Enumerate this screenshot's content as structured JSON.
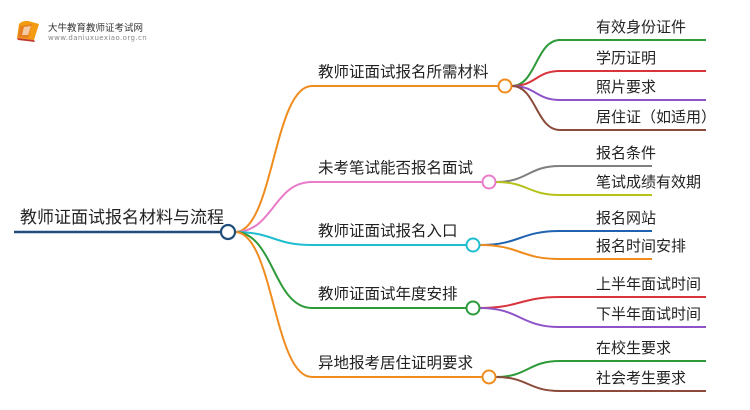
{
  "logo": {
    "title": "大牛教育教师证考试网",
    "url": "www.daniuxuexiao.org.cn"
  },
  "root": {
    "label": "教师证面试报名材料与流程",
    "color": "#1f4e79"
  },
  "branches": [
    {
      "label": "教师证面试报名所需材料",
      "color": "#f08c1e",
      "leaves": [
        {
          "label": "有效身份证件",
          "color": "#2e9a3a"
        },
        {
          "label": "学历证明",
          "color": "#d9343c"
        },
        {
          "label": "照片要求",
          "color": "#8e54c7"
        },
        {
          "label": "居住证（如适用）",
          "color": "#8b4a3a"
        }
      ]
    },
    {
      "label": "未考笔试能否报名面试",
      "color": "#e97bc8",
      "leaves": [
        {
          "label": "报名条件",
          "color": "#7f7f7f"
        },
        {
          "label": "笔试成绩有效期",
          "color": "#b5c21a"
        }
      ]
    },
    {
      "label": "教师证面试报名入口",
      "color": "#1fbecf",
      "leaves": [
        {
          "label": "报名网站",
          "color": "#1f63b0"
        },
        {
          "label": "报名时间安排",
          "color": "#f08c1e"
        }
      ]
    },
    {
      "label": "教师证面试年度安排",
      "color": "#2e9a3a",
      "leaves": [
        {
          "label": "上半年面试时间",
          "color": "#d9343c"
        },
        {
          "label": "下半年面试时间",
          "color": "#8e54c7"
        }
      ]
    },
    {
      "label": "异地报考居住证明要求",
      "color": "#f08c1e",
      "leaves": [
        {
          "label": "在校生要求",
          "color": "#2e9a3a"
        },
        {
          "label": "社会考生要求",
          "color": "#8b4a3a"
        }
      ]
    }
  ]
}
